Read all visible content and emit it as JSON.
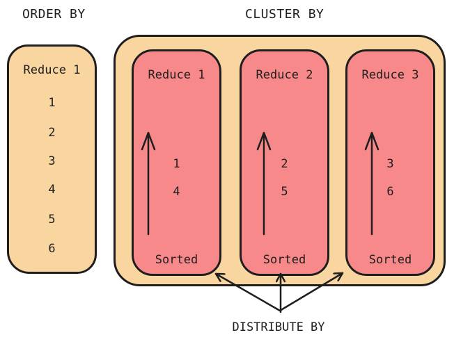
{
  "titles": {
    "order_by": "ORDER BY",
    "cluster_by": "CLUSTER BY",
    "distribute_by": "DISTRIBUTE BY"
  },
  "order_by_box": {
    "label": "Reduce 1",
    "values": [
      "1",
      "2",
      "3",
      "4",
      "5",
      "6"
    ]
  },
  "cluster_by_boxes": [
    {
      "label": "Reduce 1",
      "values": [
        "1",
        "4"
      ],
      "status": "Sorted"
    },
    {
      "label": "Reduce 2",
      "values": [
        "2",
        "5"
      ],
      "status": "Sorted"
    },
    {
      "label": "Reduce 3",
      "values": [
        "3",
        "6"
      ],
      "status": "Sorted"
    }
  ],
  "icons": {
    "up_arrow": "ascending-sort-arrow",
    "fan_arrows": "distribute-fan-arrows"
  },
  "colors": {
    "background": "#FFFFFF",
    "stroke": "#1E1E1E",
    "container_fill": "#F9D5A0",
    "reducer_fill": "#F8898B"
  }
}
